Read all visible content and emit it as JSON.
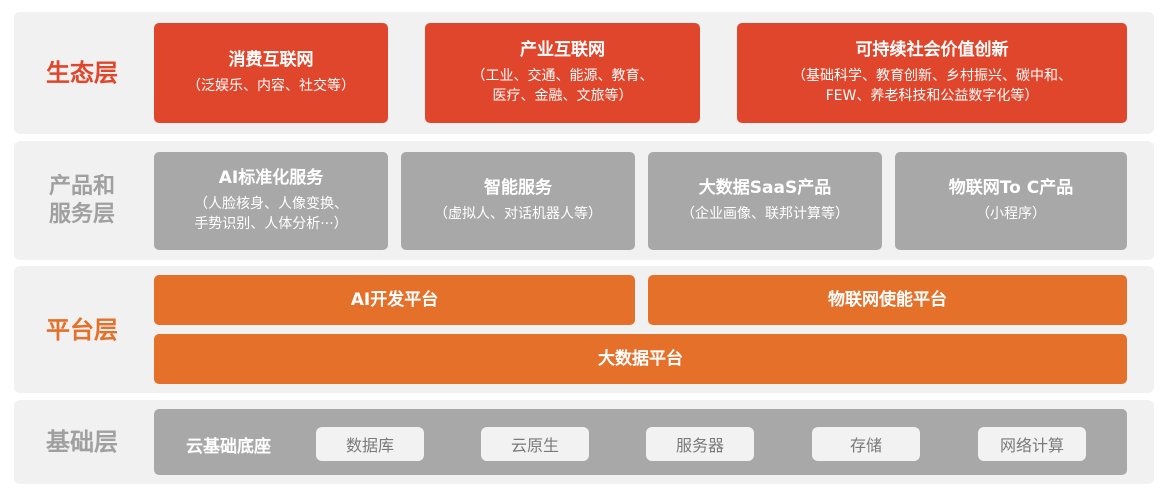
{
  "colors": {
    "ecology": "#e0462c",
    "products": "#a8a8a8",
    "platform": "#e5702a",
    "base": "#a8a8a8",
    "band": "#f1f1f1"
  },
  "ecology": {
    "label": "生态层",
    "boxes": [
      {
        "title": "消费互联网",
        "sub": [
          "（泛娱乐、内容、社交等）"
        ]
      },
      {
        "title": "产业互联网",
        "sub": [
          "（工业、交通、能源、教育、",
          "医疗、金融、文旅等）"
        ]
      },
      {
        "title": "可持续社会价值创新",
        "sub": [
          "（基础科学、教育创新、乡村振兴、碳中和、",
          "FEW、养老科技和公益数字化等）"
        ]
      }
    ]
  },
  "products": {
    "label_lines": [
      "产品和",
      "服务层"
    ],
    "boxes": [
      {
        "title": "AI标准化服务",
        "sub": [
          "（人脸核身、人像变换、",
          "手势识别、人体分析···）"
        ]
      },
      {
        "title": "智能服务",
        "sub": [
          "（虚拟人、对话机器人等）"
        ]
      },
      {
        "title": "大数据SaaS产品",
        "sub": [
          "（企业画像、联邦计算等）"
        ]
      },
      {
        "title": "物联网To C产品",
        "sub": [
          "（小程序）"
        ]
      }
    ]
  },
  "platform": {
    "label": "平台层",
    "ai": "AI开发平台",
    "iot": "物联网使能平台",
    "bigdata": "大数据平台"
  },
  "base": {
    "label": "基础层",
    "title": "云基础底座",
    "items": [
      "数据库",
      "云原生",
      "服务器",
      "存储",
      "网络计算"
    ]
  }
}
